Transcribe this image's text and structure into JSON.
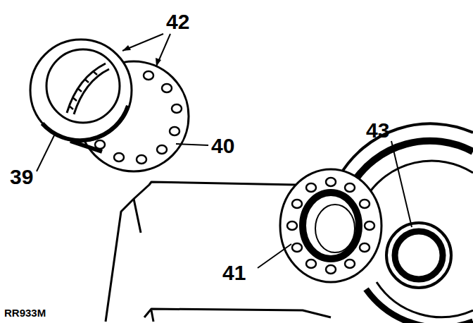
{
  "diagram": {
    "labels": [
      "42",
      "40",
      "39",
      "43",
      "41",
      "RR933M"
    ]
  }
}
